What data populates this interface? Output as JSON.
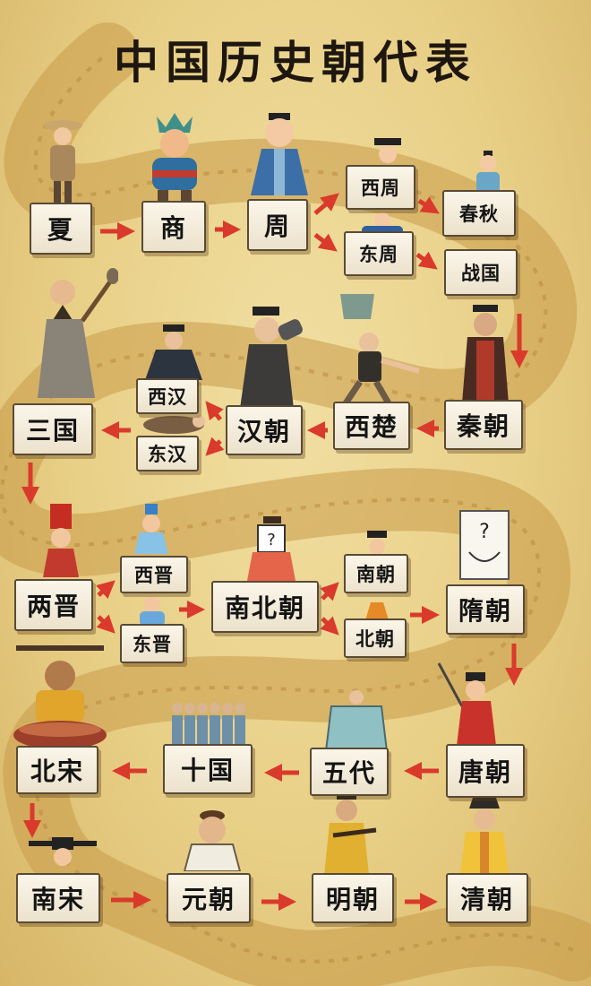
{
  "title": "中国历史朝代表",
  "dynasties": {
    "xia": "夏",
    "shang": "商",
    "zhou": "周",
    "xizhou": "西周",
    "dongzhou": "东周",
    "chunqiu": "春秋",
    "zhanguo": "战国",
    "qin": "秦朝",
    "xichu": "西楚",
    "han": "汉朝",
    "xihan": "西汉",
    "donghan": "东汉",
    "sanguo": "三国",
    "liangjin": "两晋",
    "xijin": "西晋",
    "dongjin": "东晋",
    "nanbeichao": "南北朝",
    "nanchao": "南朝",
    "beichao": "北朝",
    "sui": "隋朝",
    "tang": "唐朝",
    "wudai": "五代",
    "shiguo": "十国",
    "beisong": "北宋",
    "nansong": "南宋",
    "yuan": "元朝",
    "ming": "明朝",
    "qing": "清朝"
  },
  "colors": {
    "arrow": "#d93a2b",
    "background": "#eed892",
    "dragon": "#c99a48",
    "box_border": "#5a4a36"
  }
}
